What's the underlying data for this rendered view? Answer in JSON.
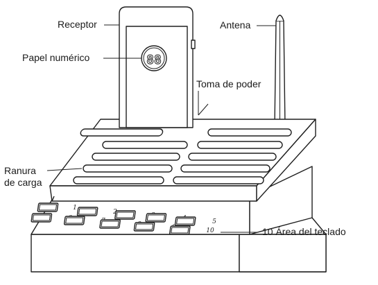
{
  "labels": {
    "receptor": "Receptor",
    "antena": "Antena",
    "papel": "Papel numérico",
    "toma": "Toma de poder",
    "ranura": "Ranura\nde carga",
    "teclado": "10 Área del teclado"
  },
  "display_digits": "88",
  "keys": [
    "1",
    "2",
    "3",
    "4",
    "5",
    "6",
    "7",
    "8",
    "9",
    "10"
  ],
  "colors": {
    "line": "#1f1f1f",
    "background": "#ffffff"
  }
}
